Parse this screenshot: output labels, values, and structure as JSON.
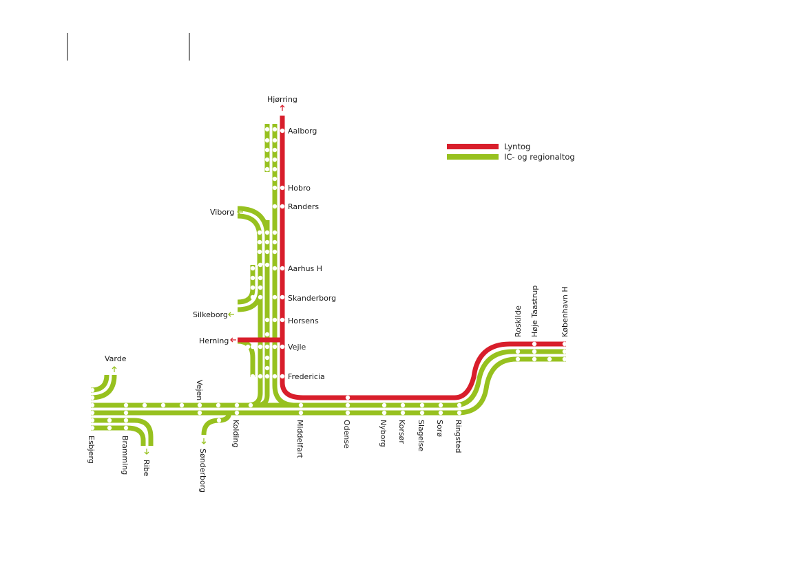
{
  "colors": {
    "lyntog": "#d81e2b",
    "regional": "#97c11f",
    "stop_fill": "#ffffff"
  },
  "legend": {
    "lyntog": "Lyntog",
    "regional": "IC- og regionaltog"
  },
  "stations": {
    "hjorring": "Hjørring",
    "aalborg": "Aalborg",
    "hobro": "Hobro",
    "randers": "Randers",
    "viborg": "Viborg",
    "aarhus": "Aarhus H",
    "skanderborg": "Skanderborg",
    "silkeborg": "Silkeborg",
    "horsens": "Horsens",
    "herning": "Herning",
    "vejle": "Vejle",
    "fredericia": "Fredericia",
    "varde": "Varde",
    "vejen": "Vejen",
    "esbjerg": "Esbjerg",
    "bramming": "Bramming",
    "ribe": "Ribe",
    "sonderborg": "Sønderborg",
    "kolding": "Kolding",
    "middelfart": "Middelfart",
    "odense": "Odense",
    "nyborg": "Nyborg",
    "korsor": "Korsør",
    "slagelse": "Slagelse",
    "soro": "Sorø",
    "ringsted": "Ringsted",
    "roskilde": "Roskilde",
    "hoje_taastrup": "Høje Taastrup",
    "kobenhavn": "København H"
  }
}
